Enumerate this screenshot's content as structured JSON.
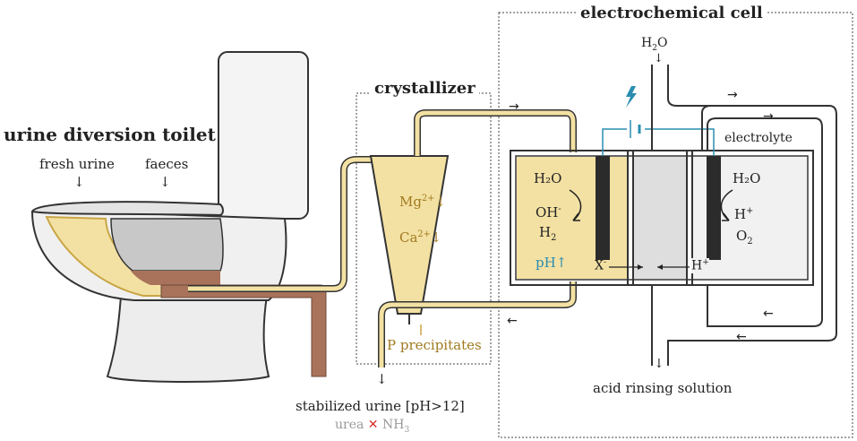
{
  "colors": {
    "urine": "#f3e1a3",
    "urine_border": "#c9a545",
    "faeces": "#a8735a",
    "steel": "#3a3a3a",
    "electrode": "#2b2b2b",
    "wire": "#2a8db0",
    "text_gold": "#a07a1f"
  },
  "toilet": {
    "title": "urine diversion toilet",
    "fresh_urine": "fresh urine",
    "faeces": "faeces"
  },
  "crystallizer": {
    "title": "crystallizer",
    "mg": "Mg",
    "mg_sup": "2+",
    "ca": "Ca",
    "ca_sup": "2+",
    "down_arrow": "↓",
    "precipitates": "P precipitates"
  },
  "output": {
    "stabilized": "stabilized urine [pH>12]",
    "urea": "urea",
    "nh3": "NH",
    "nh3_sub": "3"
  },
  "cell": {
    "title": "electrochemical cell",
    "water_in": "H",
    "water_in_sub": "2",
    "water_in_tail": "O",
    "electrolyte": "electrolyte",
    "cathode": {
      "water": "H₂O",
      "oh": "OH",
      "oh_sup": "-",
      "h2": "H",
      "h2_sub": "2",
      "ph": "pH↑"
    },
    "anode": {
      "water": "H₂O",
      "h": "H",
      "h_sup": "+",
      "o2": "O",
      "o2_sub": "2"
    },
    "membrane": {
      "x": "X",
      "x_sup": "-",
      "h": "H",
      "h_sup": "+"
    },
    "acid": "acid rinsing solution"
  },
  "icons": {
    "lightning": "lightning-icon",
    "battery": "battery-icon"
  }
}
